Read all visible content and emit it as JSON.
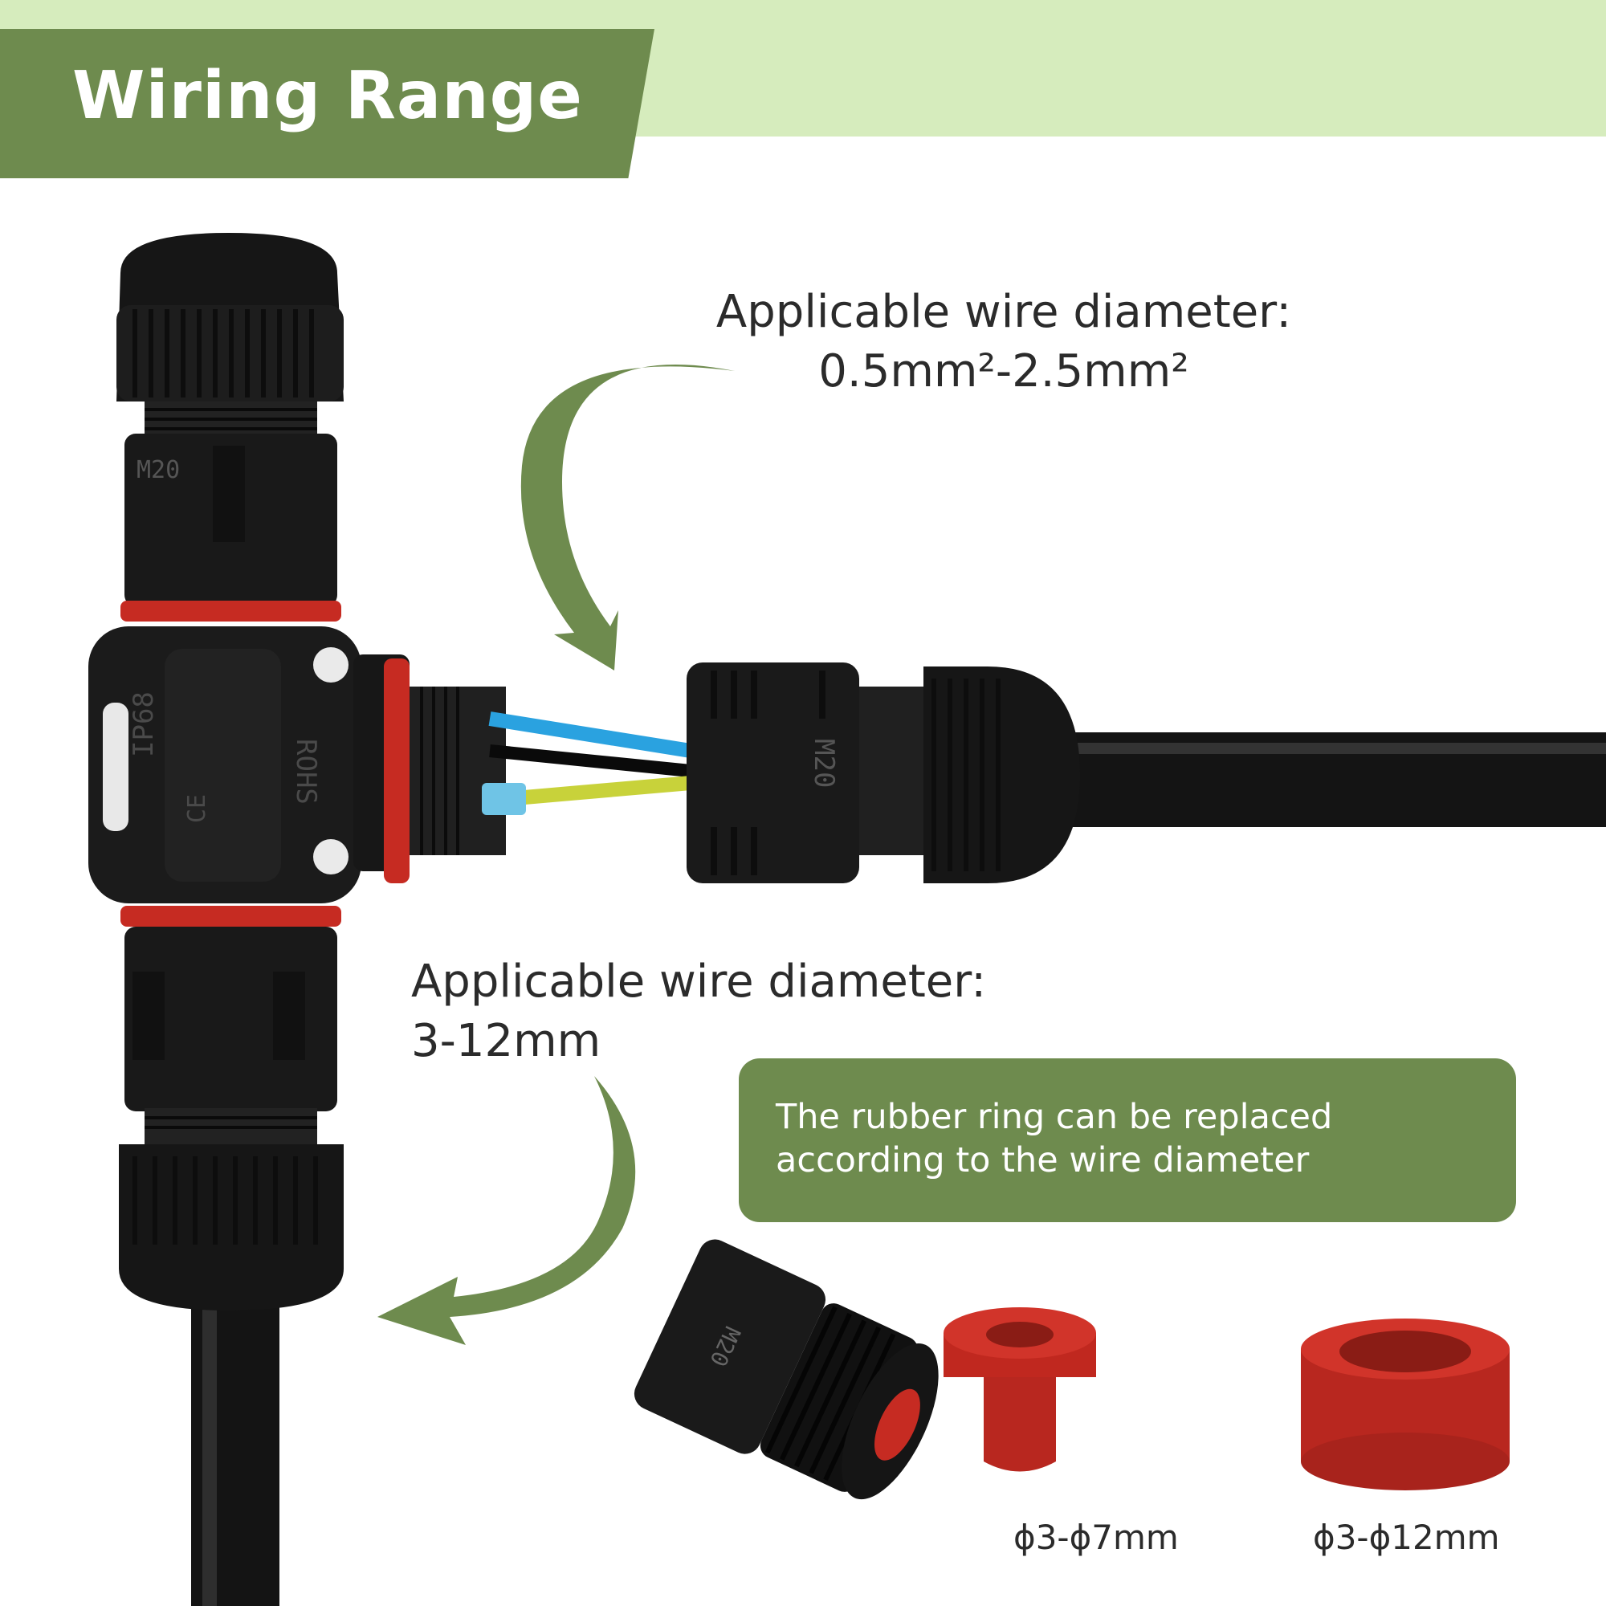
{
  "header": {
    "title": "Wiring Range"
  },
  "callout_top": {
    "line1": "Applicable wire diameter:",
    "line2": "0.5mm²-2.5mm²"
  },
  "callout_bottom": {
    "line1": "Applicable wire diameter:",
    "line2": "3-12mm"
  },
  "info_box": {
    "text": "The rubber ring can be replaced according to the wire diameter"
  },
  "connector_marks": {
    "thread_size": "M20",
    "cert_ip": "IP68",
    "cert_rohs": "ROHS",
    "cert_ce": "CE"
  },
  "rubber_rings": [
    {
      "label": "ϕ3-ϕ7mm"
    },
    {
      "label": "ϕ3-ϕ12mm"
    }
  ],
  "colors": {
    "accent_green": "#6e8b4e",
    "light_green": "#d6ecbd",
    "seal_red": "#c62b22",
    "connector_black": "#151515"
  }
}
